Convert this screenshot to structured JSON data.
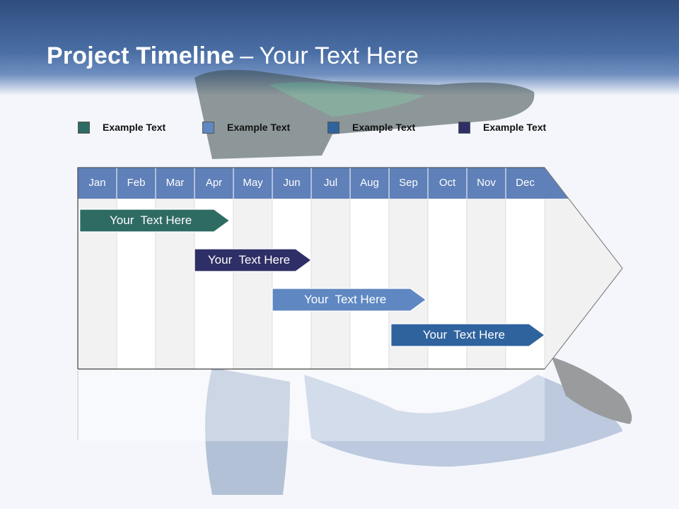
{
  "slide": {
    "title_bold": "Project Timeline",
    "title_sep": "–",
    "title_rest": "Your Text Here"
  },
  "legend": [
    {
      "label": "Example Text",
      "color": "#2e6b63"
    },
    {
      "label": "Example Text",
      "color": "#5f88c2"
    },
    {
      "label": "Example Text",
      "color": "#2f639e"
    },
    {
      "label": "Example Text",
      "color": "#2e2f66"
    }
  ],
  "timeline": {
    "months": [
      "Jan",
      "Feb",
      "Mar",
      "Apr",
      "May",
      "Jun",
      "Jul",
      "Aug",
      "Sep",
      "Oct",
      "Nov",
      "Dec"
    ],
    "header_color": "#5f80b8",
    "tasks": [
      {
        "label": "Your  Text Here",
        "start": 0.05,
        "end": 3.9,
        "color": "#2e6b63"
      },
      {
        "label": "Your  Text Here",
        "start": 3.0,
        "end": 6.0,
        "color": "#2e2f66"
      },
      {
        "label": "Your  Text Here",
        "start": 5.0,
        "end": 8.95,
        "color": "#5f88c2"
      },
      {
        "label": "Your  Text Here",
        "start": 8.05,
        "end": 12.0,
        "color": "#2f639e"
      }
    ]
  }
}
